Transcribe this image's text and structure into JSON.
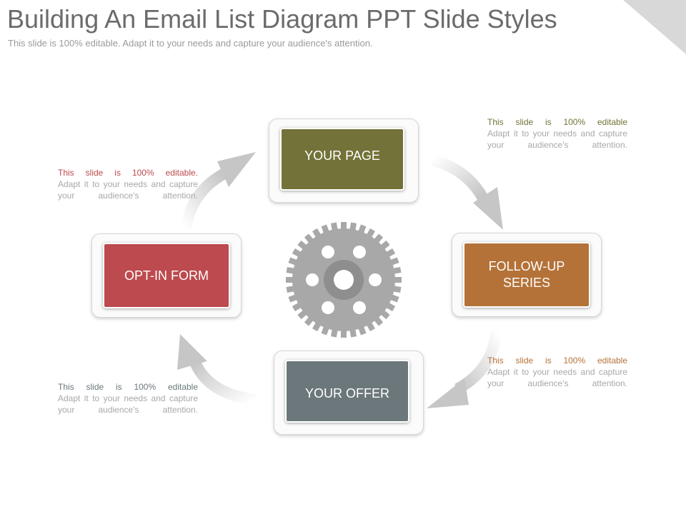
{
  "slide": {
    "title": "Building An Email List Diagram PPT Slide Styles",
    "subtitle": "This slide is 100% editable. Adapt it to your needs and capture your audience's attention."
  },
  "stages": [
    {
      "label": "YOUR PAGE",
      "color": "#737238"
    },
    {
      "label": "FOLLOW-UP\nSERIES",
      "color": "#b47238"
    },
    {
      "label": "YOUR OFFER",
      "color": "#6b777b"
    },
    {
      "label": "OPT-IN FORM",
      "color": "#bc4a4e"
    }
  ],
  "notes": [
    {
      "lead": "This slide is 100% editable",
      "body": "Adapt it to your needs and capture your audience's attention.",
      "color": "#737238"
    },
    {
      "lead": "This slide is 100% editable",
      "body": "Adapt it to your needs and capture your audience's attention.",
      "color": "#b47238"
    },
    {
      "lead": "This slide is 100% editable",
      "body": "Adapt it to your needs and capture your audience's attention.",
      "color": "#6b777b"
    },
    {
      "lead": "This slide is 100% editable.",
      "body": "Adapt it to your needs and capture your audience's attention.",
      "color": "#bc4a4e"
    }
  ],
  "gear": {
    "color": "#a8a8a8",
    "icon": "gear-icon"
  }
}
